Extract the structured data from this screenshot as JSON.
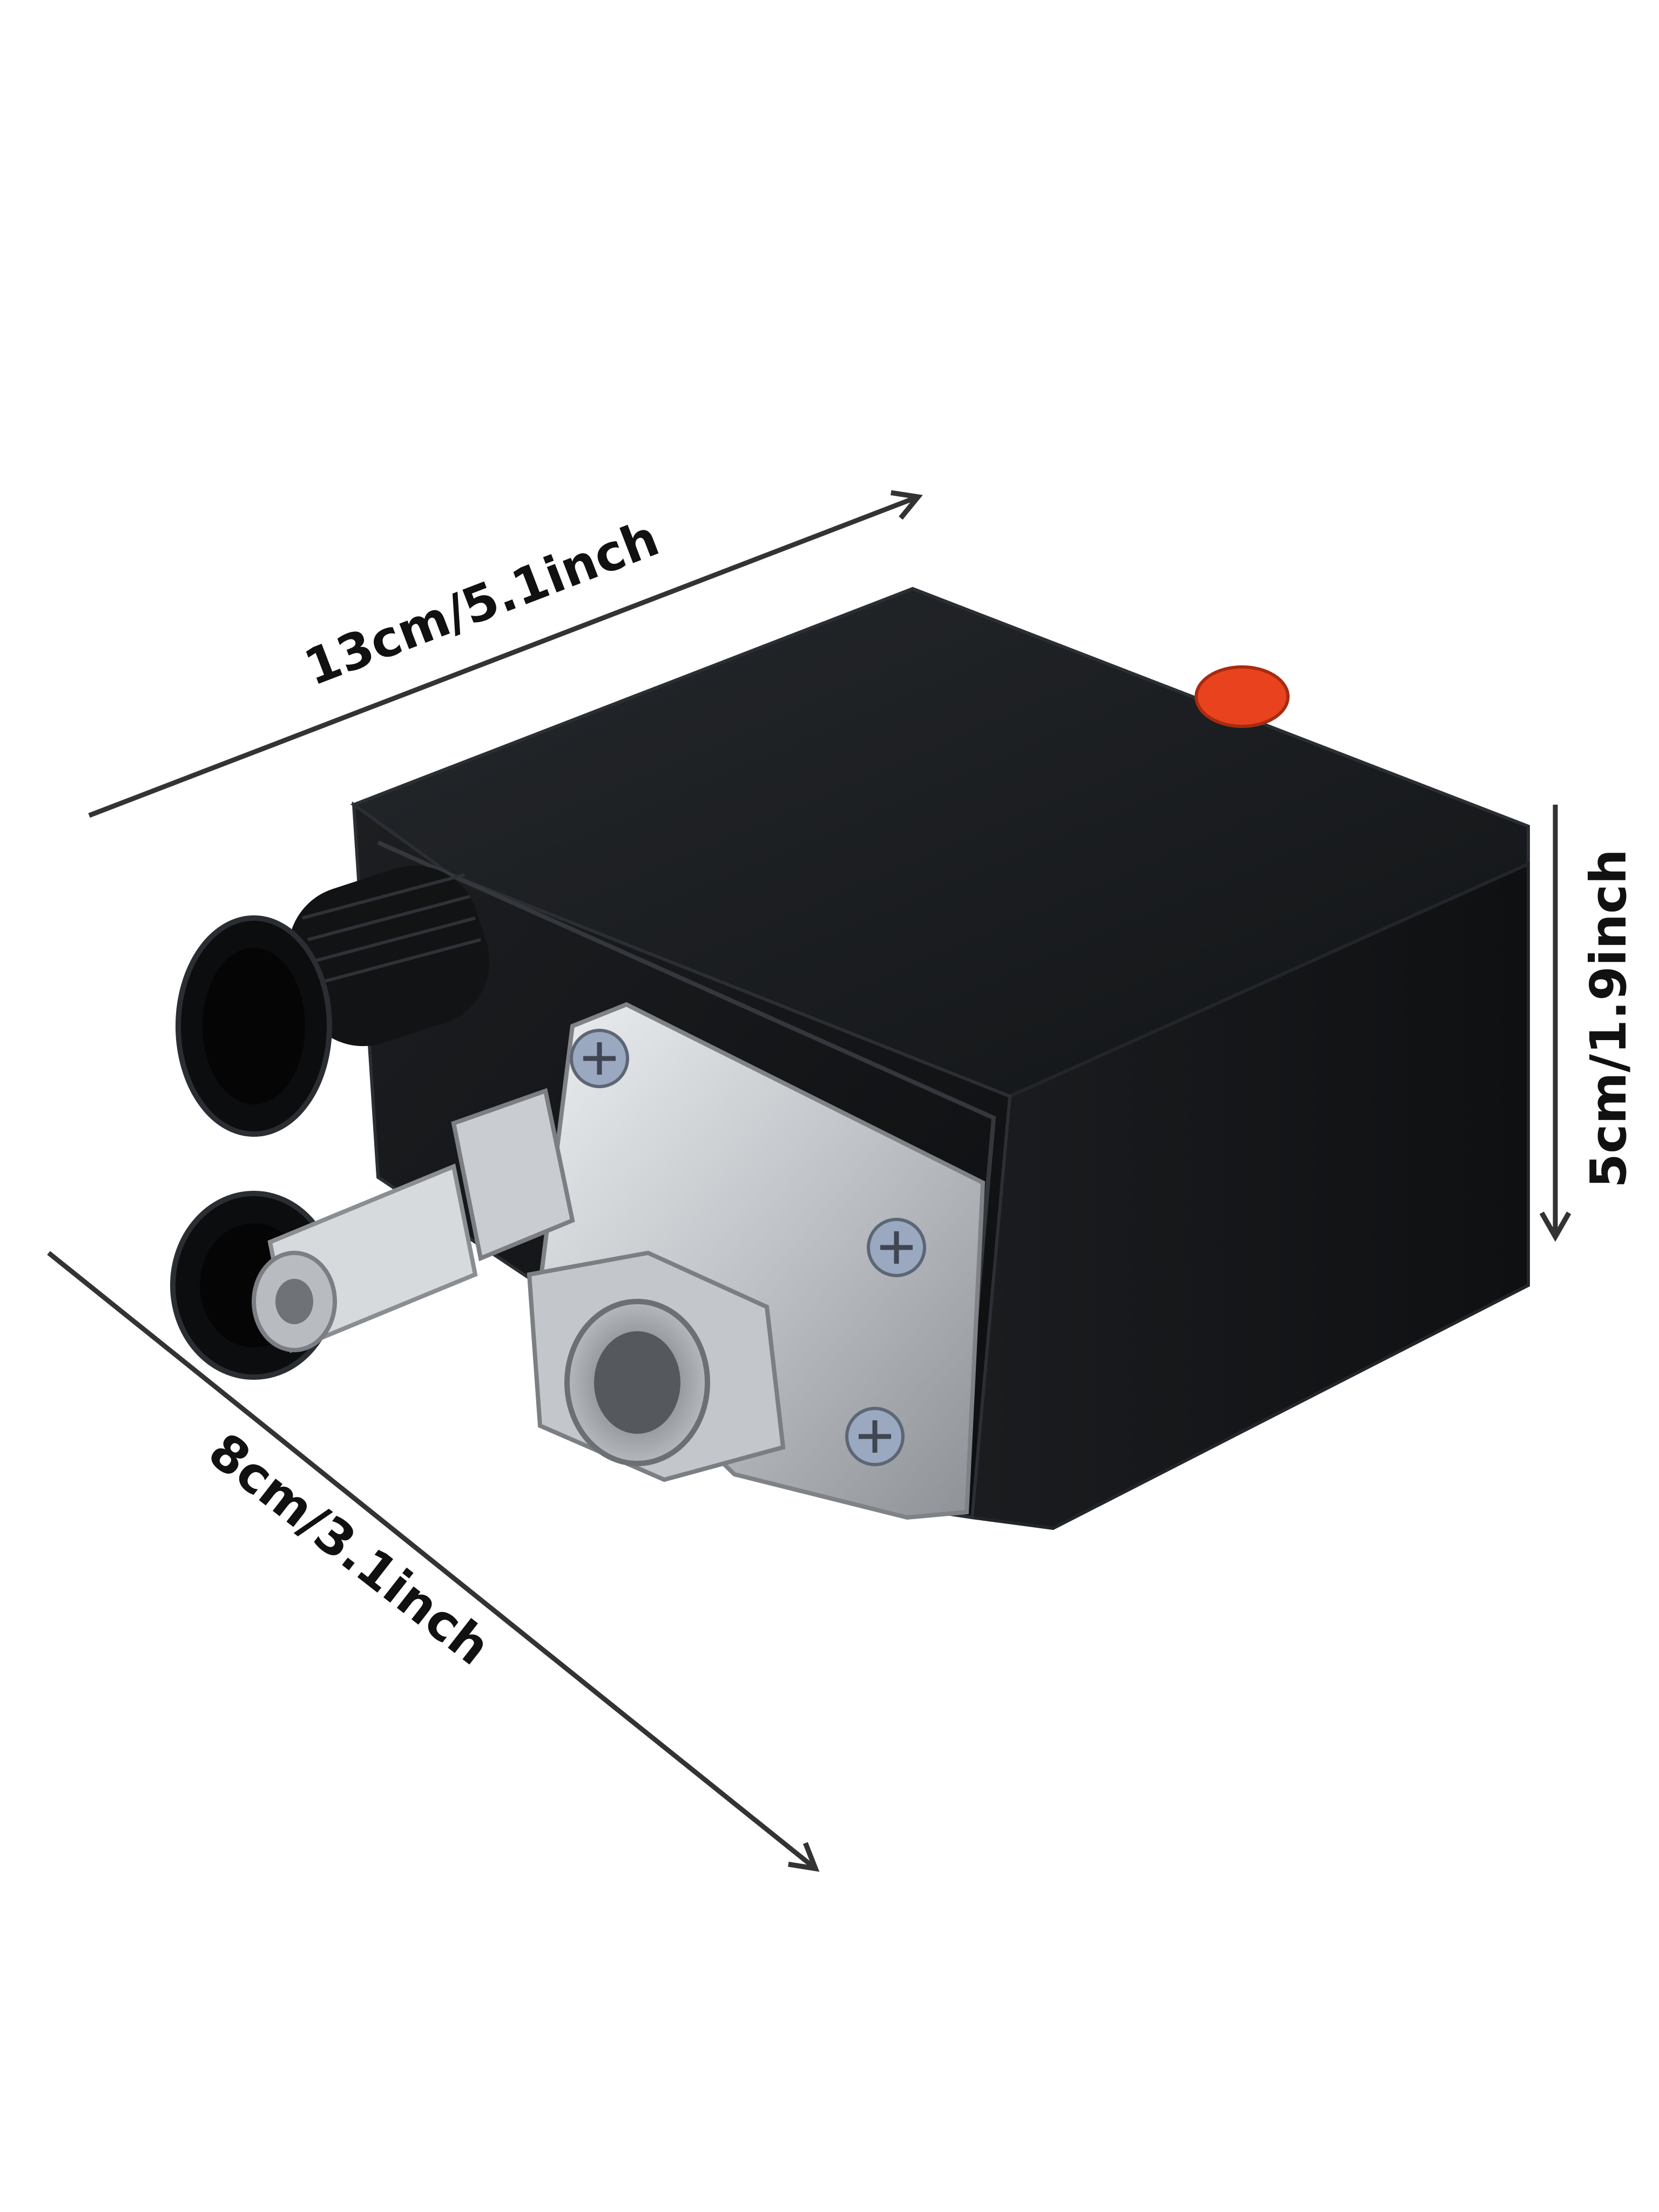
{
  "dimensions": {
    "length_label": "13cm/5.1inch",
    "height_label": "5cm/1.9inch",
    "width_label": "8cm/3.1inch"
  },
  "colors": {
    "background": "#ffffff",
    "housing": "#15171a",
    "housing_edge": "#2b2e33",
    "metal": "#c9ccd0",
    "accent_button": "#e8431e",
    "dimension_ink": "#333333"
  },
  "icons": [
    "arrow-length-icon",
    "arrow-height-icon",
    "arrow-width-icon"
  ]
}
